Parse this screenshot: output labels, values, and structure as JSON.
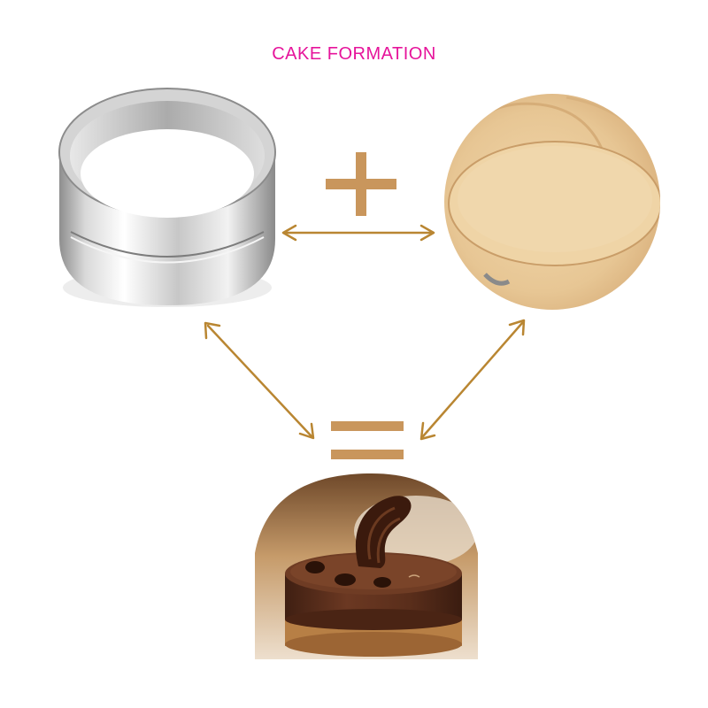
{
  "title": "CAKE FORMATION",
  "colors": {
    "title": "#e6149b",
    "arrow": "#b98632",
    "operator": "#c9965c",
    "steel_light": "#f4f4f4",
    "steel_dark": "#9a9a9a",
    "dough": "#e9c99a",
    "chocolate": "#5a2e1b"
  },
  "nodes": [
    {
      "id": "ring-mold",
      "icon": "steel-ring-mold-image"
    },
    {
      "id": "dough",
      "icon": "rolled-dough-image"
    },
    {
      "id": "cake",
      "icon": "chocolate-mousse-cake-image"
    }
  ],
  "operators": [
    {
      "id": "plus",
      "icon": "plus-sign"
    },
    {
      "id": "equals",
      "icon": "equals-sign"
    }
  ],
  "edges": [
    {
      "from": "ring-mold",
      "to": "dough",
      "style": "double-arrow"
    },
    {
      "from": "ring-mold",
      "to": "cake",
      "style": "double-arrow"
    },
    {
      "from": "dough",
      "to": "cake",
      "style": "double-arrow"
    }
  ]
}
